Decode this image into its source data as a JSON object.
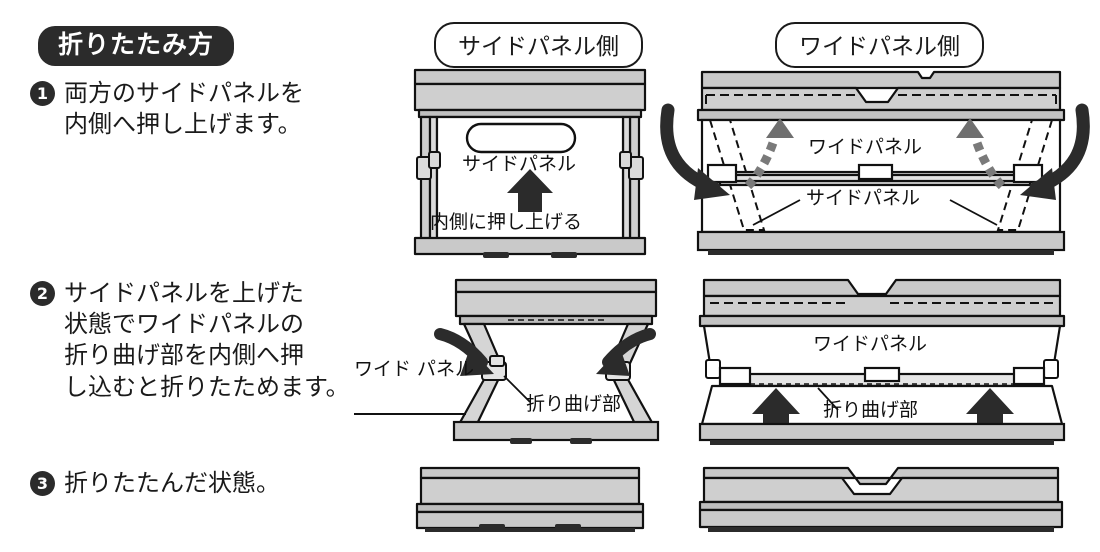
{
  "title": "折りたたみ方",
  "steps": [
    {
      "num": "❶",
      "num_plain": "1",
      "text": "両方のサイドパネルを\n内側へ押し上げます。"
    },
    {
      "num": "❷",
      "num_plain": "2",
      "text": "サイドパネルを上げた\n状態でワイドパネルの\n折り曲げ部を内側へ押\nし込むと折りたためます。"
    },
    {
      "num": "❸",
      "num_plain": "3",
      "text": "折りたたんだ状態。"
    }
  ],
  "columns": [
    {
      "label": "サイドパネル側"
    },
    {
      "label": "ワイドパネル側"
    }
  ],
  "figures": {
    "row1_side": {
      "labels": {
        "panel": "サイドパネル",
        "push": "内側に押し上げる"
      },
      "arrow": "up-arrow-black"
    },
    "row1_wide": {
      "labels": {
        "wide_panel": "ワイドパネル",
        "side_panel": "サイドパネル"
      },
      "arrows": [
        "curved-black-arrow-left",
        "curved-black-arrow-right",
        "dashed-gray-arrow-left",
        "dashed-gray-arrow-right"
      ]
    },
    "row2_side": {
      "labels": {
        "wide_panel": "ワイド\nパネル",
        "fold_part": "折り曲げ部"
      },
      "arrows": [
        "curved-black-arrow-left",
        "curved-black-arrow-right"
      ]
    },
    "row2_wide": {
      "labels": {
        "wide_panel": "ワイドパネル",
        "fold_part": "折り曲げ部"
      },
      "arrows": [
        "up-arrow-black-left",
        "up-arrow-black-right"
      ]
    },
    "row3_side": {
      "labels": {}
    },
    "row3_wide": {
      "labels": {}
    }
  },
  "colors": {
    "ink": "#111111",
    "panel_gray": "#c9c9c9",
    "panel_gray_light": "#d8d8d8",
    "badge_dark": "#2b2b2b",
    "arrow_gray": "#6f6f6f",
    "white": "#ffffff"
  }
}
